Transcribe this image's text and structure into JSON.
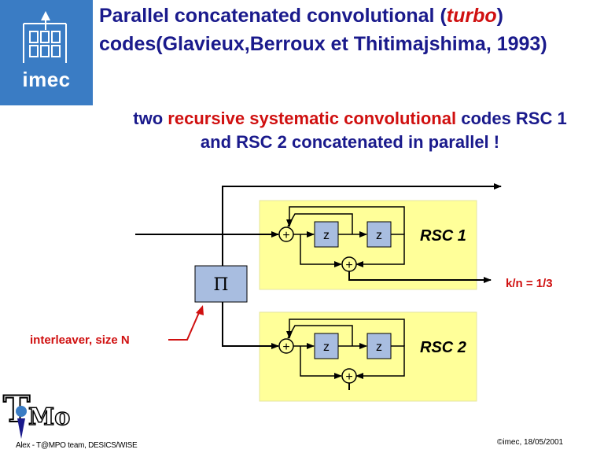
{
  "header": {
    "title_line1_pre": "Parallel concatenated convolutional (",
    "title_line1_highlight": "turbo",
    "title_line1_post": ")",
    "title_line2": "codes(Glavieux,Berroux et Thitimajshima, 1993)",
    "logo_text": "imec"
  },
  "subtitle": {
    "pre": "two ",
    "highlight": "recursive systematic convolutional",
    "post": " codes RSC 1",
    "line2": "and RSC 2 concatenated in parallel !"
  },
  "diagram": {
    "rsc1_label": "RSC 1",
    "rsc2_label": "RSC 2",
    "delay_label": "z",
    "interleaver_symbol": "Π",
    "rate_label": "k/n = 1/3",
    "interleaver_caption": "interleaver, size N",
    "adder_symbol": "+",
    "colors": {
      "encoder_fill": "#ffff99",
      "block_fill": "#a8bde0",
      "label_red": "#d01010",
      "title_blue": "#1a1a8c"
    }
  },
  "footer": {
    "left": "Alex - T@MPO team, DESICS/WISE",
    "right": "©imec, 18/05/2001",
    "tmpo_logo": "T@MPO"
  }
}
